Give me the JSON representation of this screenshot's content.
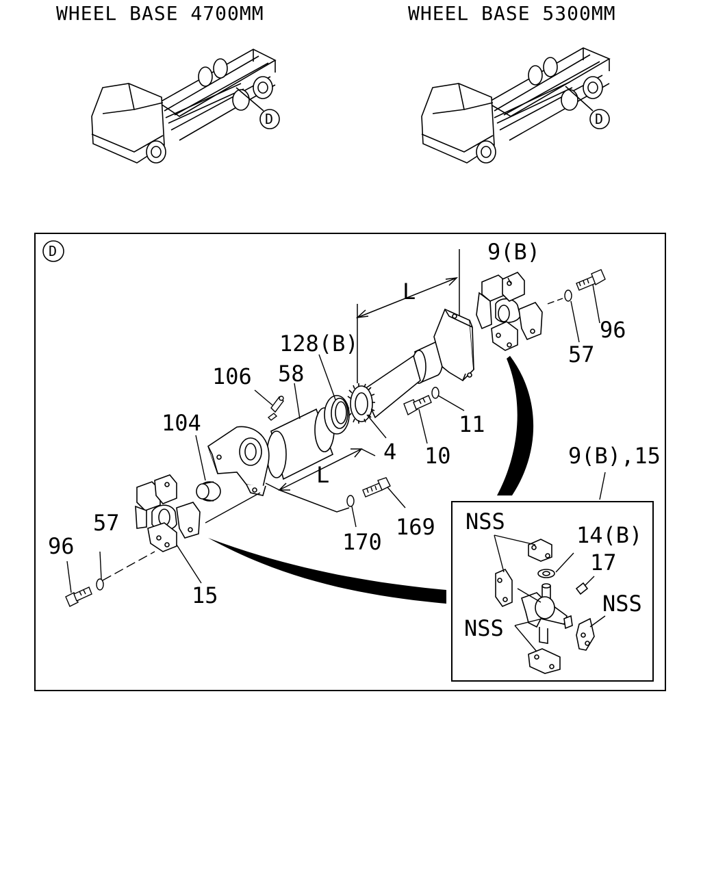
{
  "headers": {
    "left": "WHEEL BASE 4700MM",
    "right": "WHEEL BASE 5300MM"
  },
  "views": {
    "detail_marker": "D"
  },
  "callouts": {
    "c9b_top": "9(B)",
    "c96_top": "96",
    "c57_top": "57",
    "c128b": "128(B)",
    "c58": "58",
    "c106": "106",
    "c104": "104",
    "cL_top": "L",
    "cL_bot": "L",
    "c4": "4",
    "c10": "10",
    "c11": "11",
    "c9b15": "9(B),15",
    "c170": "170",
    "c169": "169",
    "c57_bot": "57",
    "c96_bot": "96",
    "c15": "15"
  },
  "inset": {
    "nss_top": "NSS",
    "c14b": "14(B)",
    "c17": "17",
    "nss_right": "NSS",
    "nss_bot": "NSS"
  }
}
